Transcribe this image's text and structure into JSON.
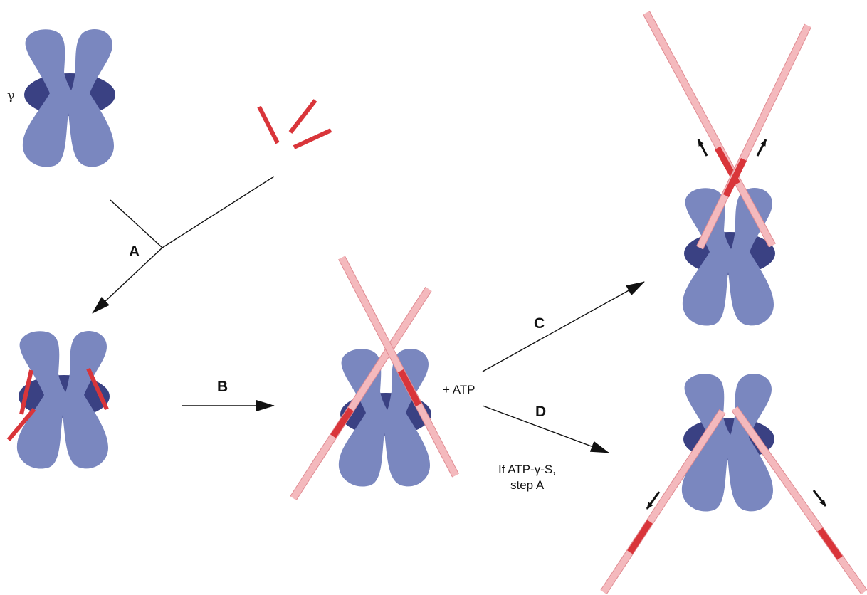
{
  "labels": {
    "gamma": "γ",
    "step_a": "A",
    "step_b": "B",
    "step_c": "C",
    "step_d": "D",
    "plus_atp": "+  ATP",
    "if_note_line1": "If  ATP-γ-S,",
    "if_note_line2": "step A"
  },
  "colors": {
    "protein_light": "#7a87bf",
    "protein_dark": "#3a4183",
    "dna_pink": "#f4b9bd",
    "dna_pink_edge": "#e08b92",
    "dna_red": "#d9353a",
    "line": "#111111"
  }
}
